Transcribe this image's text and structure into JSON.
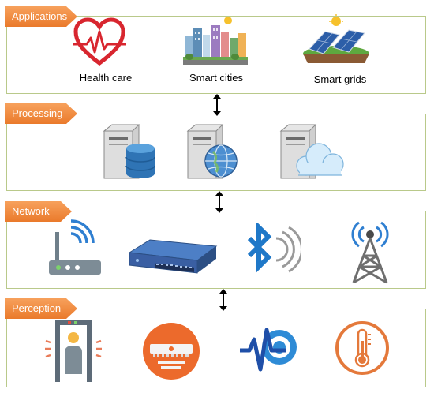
{
  "layers": [
    {
      "id": "applications",
      "label": "Applications"
    },
    {
      "id": "processing",
      "label": "Processing"
    },
    {
      "id": "network",
      "label": "Network"
    },
    {
      "id": "perception",
      "label": "Perception"
    }
  ],
  "applications": {
    "items": [
      {
        "label": "Health care",
        "icon": "heart-pulse-icon"
      },
      {
        "label": "Smart cities",
        "icon": "city-skyline-icon"
      },
      {
        "label": "Smart grids",
        "icon": "solar-panel-icon"
      }
    ]
  },
  "processing": {
    "items": [
      {
        "icon": "database-server-icon"
      },
      {
        "icon": "web-server-icon"
      },
      {
        "icon": "cloud-server-icon"
      }
    ]
  },
  "network": {
    "items": [
      {
        "icon": "wifi-router-icon"
      },
      {
        "icon": "network-switch-icon"
      },
      {
        "icon": "bluetooth-icon"
      },
      {
        "icon": "cell-tower-icon"
      }
    ]
  },
  "perception": {
    "items": [
      {
        "icon": "body-scanner-icon"
      },
      {
        "icon": "smoke-detector-icon"
      },
      {
        "icon": "vibration-sensor-icon"
      },
      {
        "icon": "thermometer-icon"
      }
    ]
  },
  "colors": {
    "tag_orange": "#ee8a3f",
    "border_green": "#b9c98a",
    "heart_red": "#d8262f",
    "bluetooth_blue": "#1f78c8"
  }
}
